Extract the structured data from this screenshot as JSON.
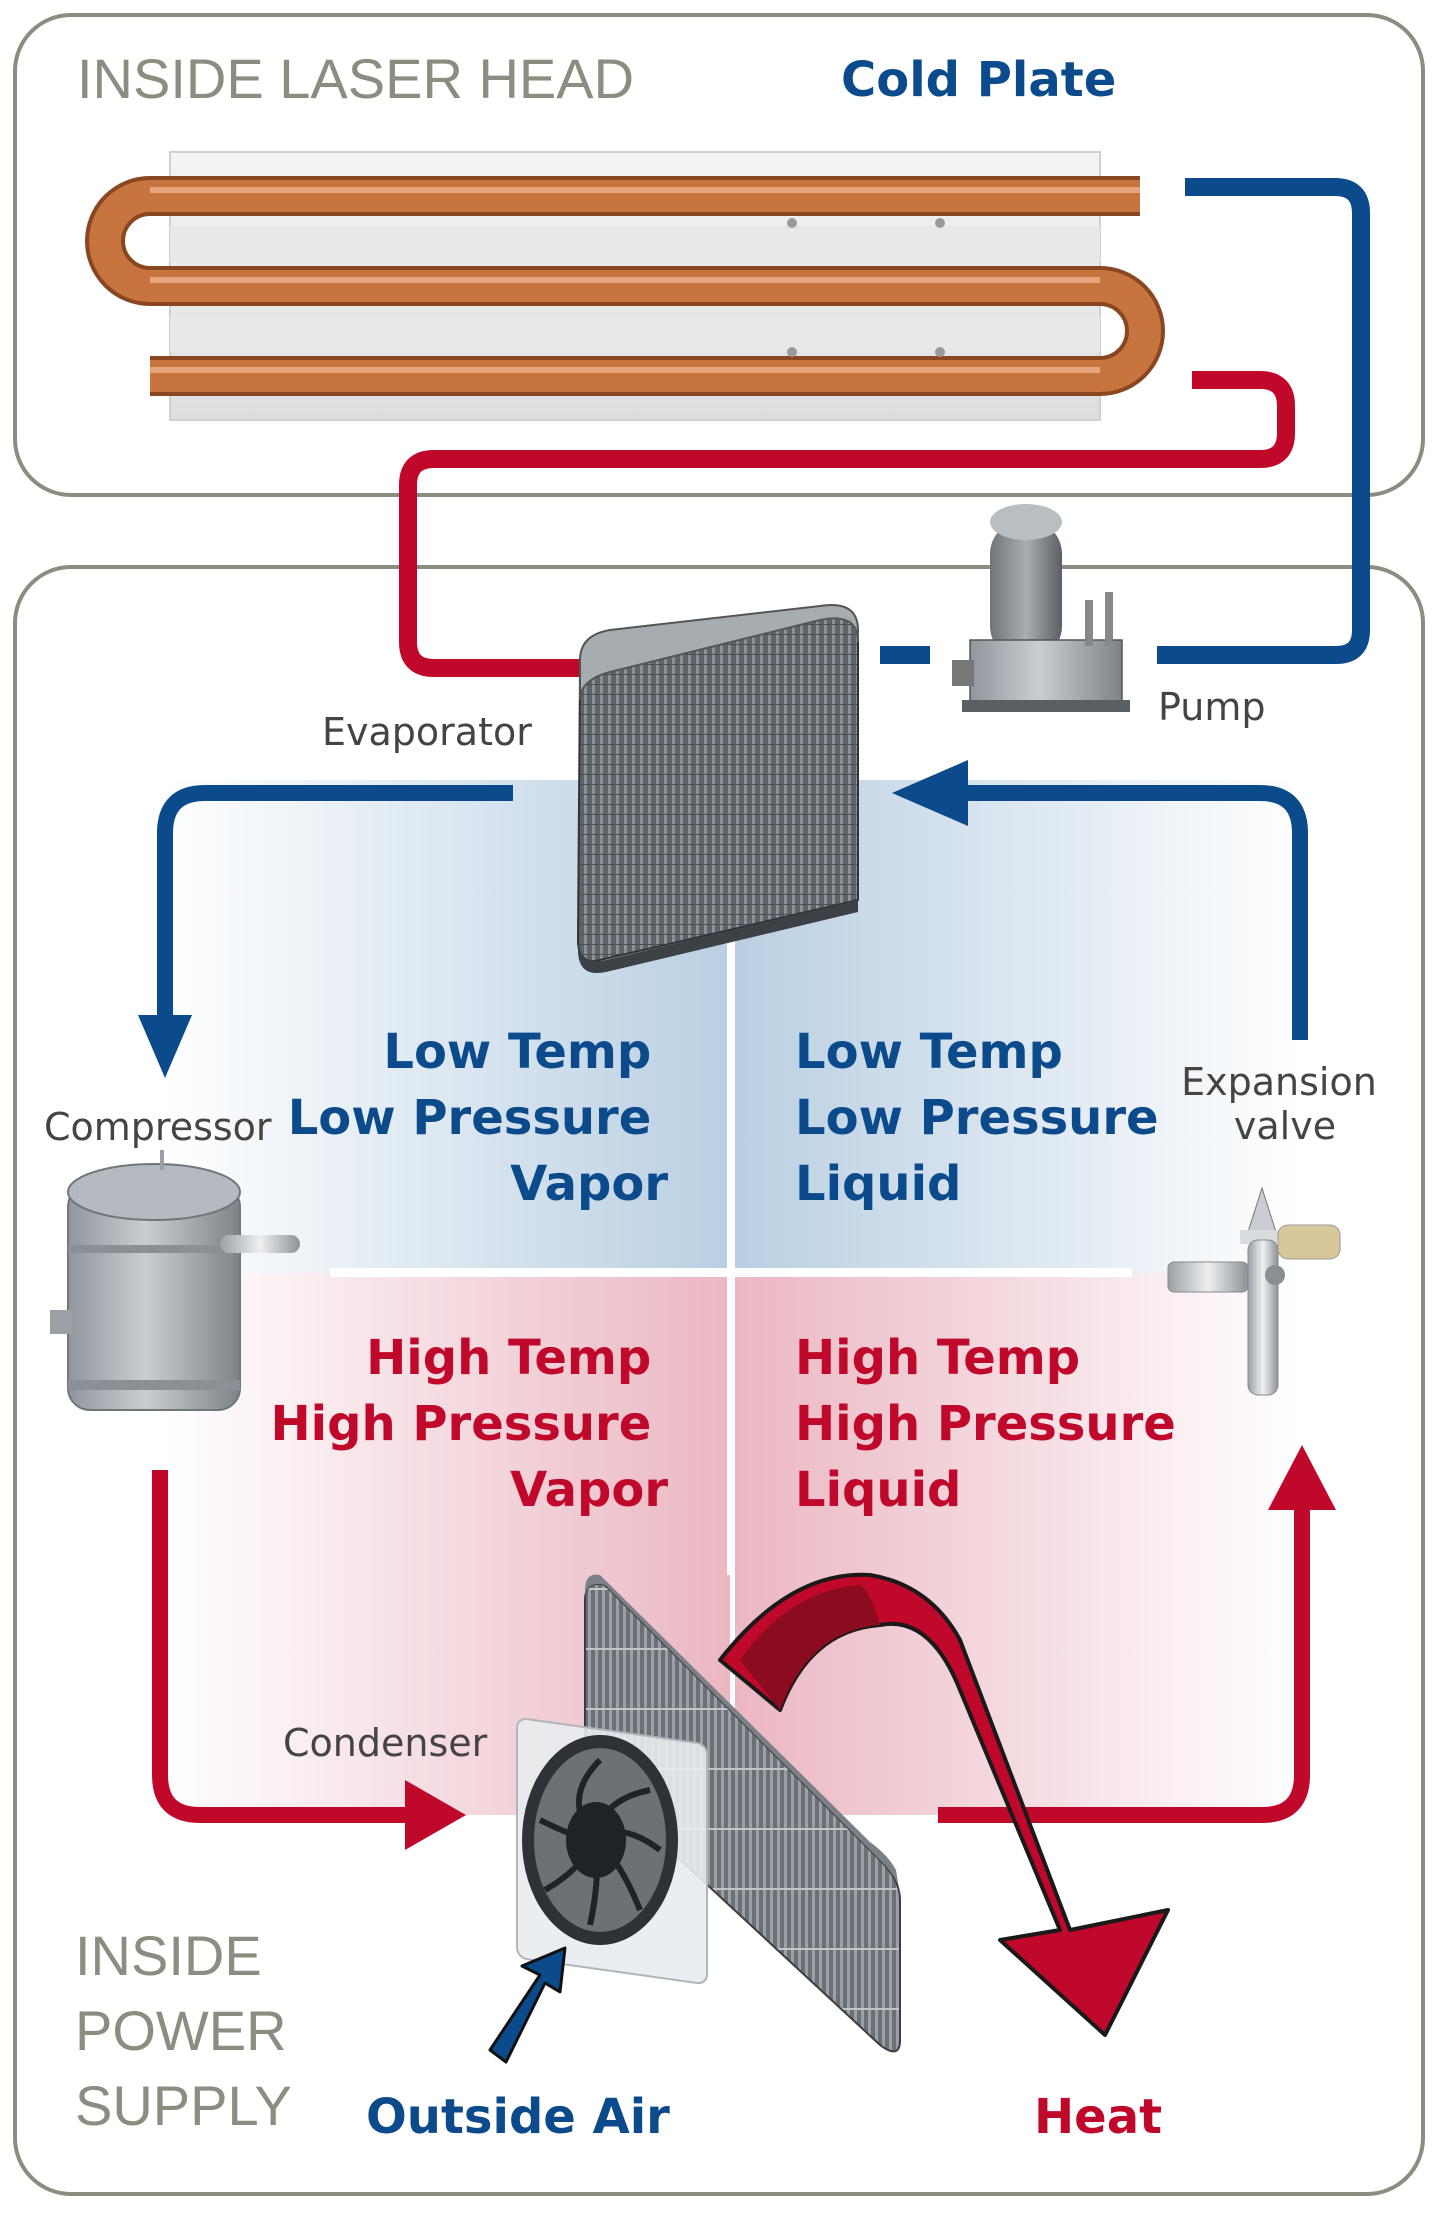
{
  "zones": {
    "laser_head": "INSIDE LASER HEAD",
    "power_supply": [
      "INSIDE",
      "POWER",
      "SUPPLY"
    ]
  },
  "components": {
    "cold_plate": "Cold Plate",
    "pump": "Pump",
    "evaporator": "Evaporator",
    "compressor": "Compressor",
    "expansion_valve": [
      "Expansion",
      "valve"
    ],
    "condenser": "Condenser"
  },
  "states": {
    "top_left": [
      "Low Temp",
      "Low Pressure",
      "Vapor"
    ],
    "top_right": [
      "Low Temp",
      "Low Pressure",
      "Liquid"
    ],
    "bottom_left": [
      "High Temp",
      "High Pressure",
      "Vapor"
    ],
    "bottom_right": [
      "High Temp",
      "High Pressure",
      "Liquid"
    ]
  },
  "callouts": {
    "outside_air": "Outside Air",
    "heat": "Heat"
  },
  "colors": {
    "cold": "#0b4a8b",
    "hot": "#c0082a",
    "frame": "#8c8c80",
    "copper": "#c7743f"
  }
}
